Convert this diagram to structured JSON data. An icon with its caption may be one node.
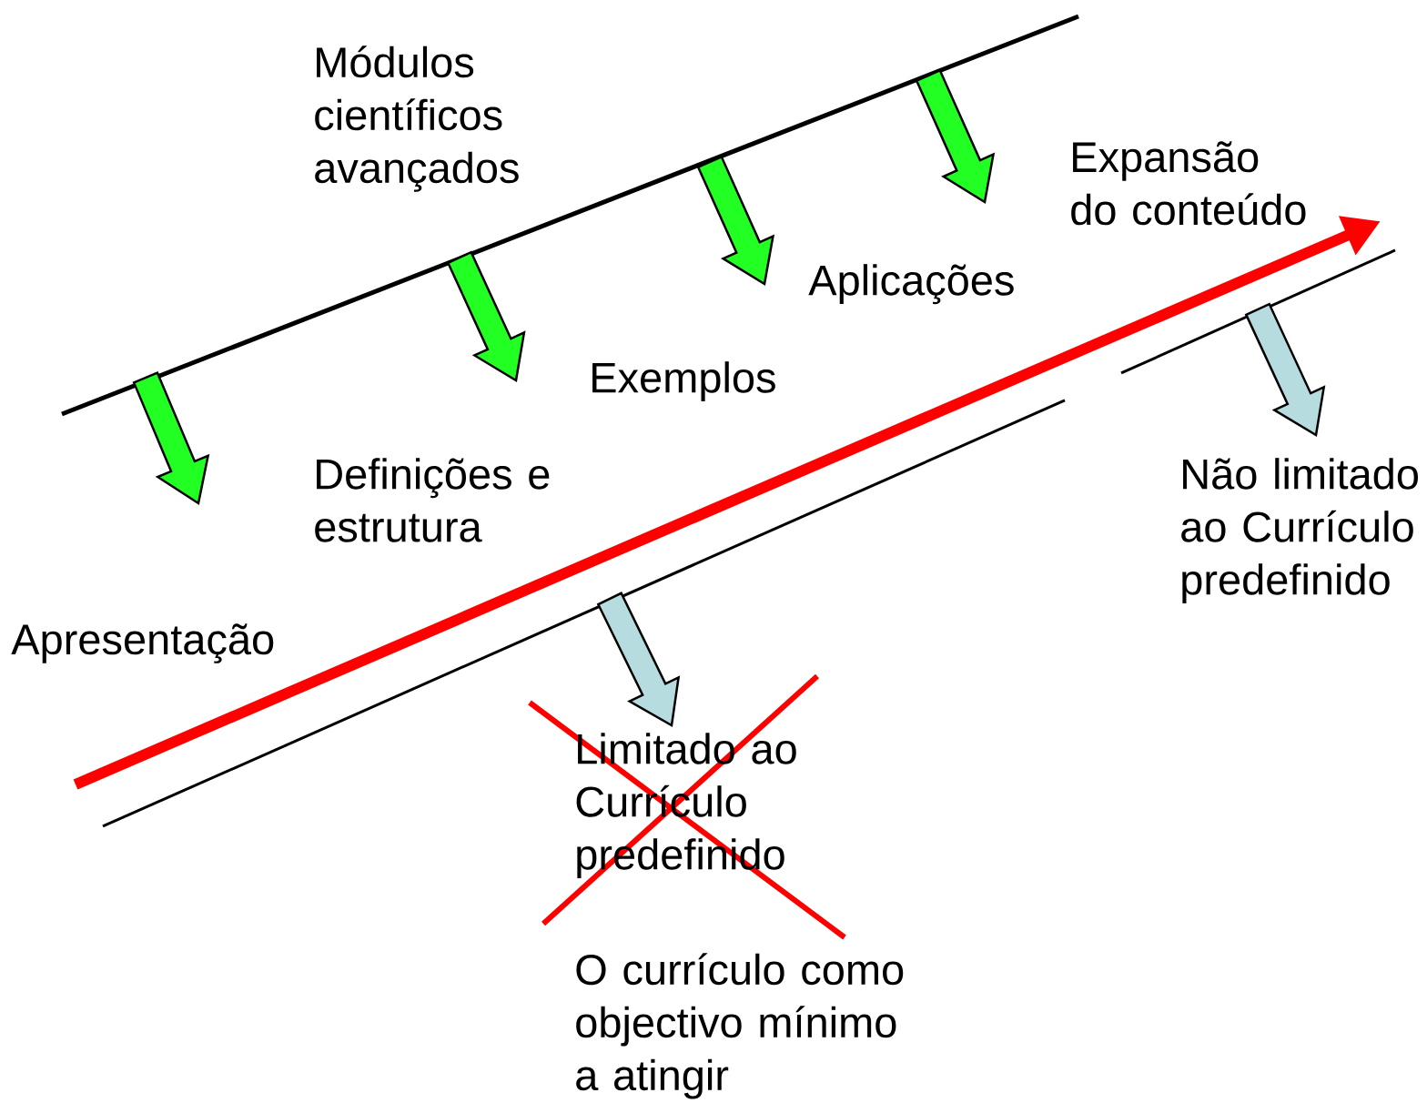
{
  "diagram": {
    "labels": [
      "Módulos científicos avançados",
      "Expansão do conteúdo",
      "Aplicações",
      "Exemplos",
      "Definições e estrutura",
      "Apresentação",
      "Não limitado ao Currículo predefinido",
      "Limitado ao Currículo predefinido",
      "O currículo como objectivo mínimo a atingir"
    ]
  }
}
